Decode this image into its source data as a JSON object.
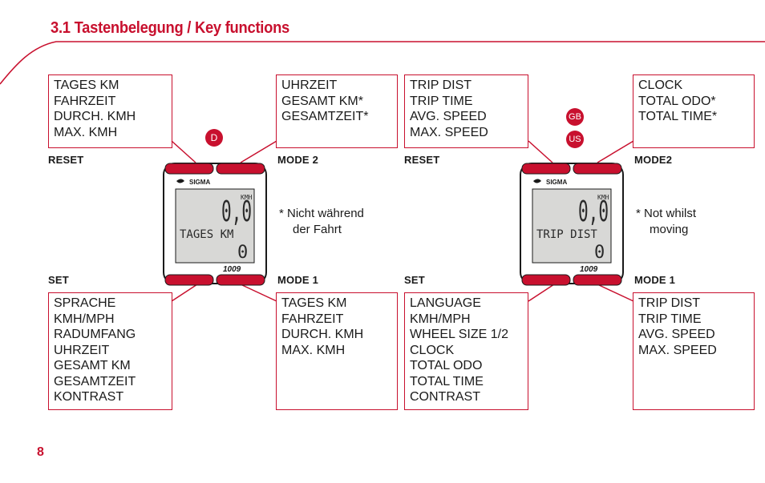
{
  "title": "3.1 Tastenbelegung / Key functions",
  "page_number": "8",
  "colors": {
    "accent": "#c8102e",
    "lcd": "#d8d8d6",
    "text": "#1a1a1a"
  },
  "german": {
    "badge": "D",
    "reset_label": "RESET",
    "mode2_label": "MODE 2",
    "set_label": "SET",
    "mode1_label": "MODE 1",
    "reset_items": [
      "TAGES KM",
      "FAHRZEIT",
      "DURCH. KMH",
      "MAX. KMH"
    ],
    "mode2_items": [
      "UHRZEIT",
      "GESAMT KM*",
      "GESAMTZEIT*"
    ],
    "set_items": [
      "SPRACHE",
      "KMH/MPH",
      "RADUMFANG",
      "UHRZEIT",
      "GESAMT KM",
      "GESAMTZEIT",
      "KONTRAST"
    ],
    "mode1_items": [
      "TAGES KM",
      "FAHRZEIT",
      "DURCH. KMH",
      "MAX. KMH"
    ],
    "note": [
      "* Nicht während",
      "der Fahrt"
    ],
    "device": {
      "brand": "SIGMA",
      "model": "1009",
      "unit": "KMH",
      "speed": "0,0",
      "label": "TAGES KM",
      "value": "0"
    }
  },
  "english": {
    "badge_gb": "GB",
    "badge_us": "US",
    "reset_label": "RESET",
    "mode2_label": "MODE2",
    "set_label": "SET",
    "mode1_label": "MODE 1",
    "reset_items": [
      "TRIP DIST",
      "TRIP TIME",
      "AVG. SPEED",
      "MAX. SPEED"
    ],
    "mode2_items": [
      "CLOCK",
      "TOTAL ODO*",
      "TOTAL TIME*"
    ],
    "set_items": [
      "LANGUAGE",
      "KMH/MPH",
      "WHEEL SIZE 1/2",
      "CLOCK",
      "TOTAL ODO",
      "TOTAL TIME",
      "CONTRAST"
    ],
    "mode1_items": [
      "TRIP DIST",
      "TRIP TIME",
      "AVG. SPEED",
      "MAX. SPEED"
    ],
    "note": [
      "* Not whilst",
      "moving"
    ],
    "device": {
      "brand": "SIGMA",
      "model": "1009",
      "unit": "KMH",
      "speed": "0,0",
      "label": "TRIP DIST",
      "value": "0"
    }
  }
}
